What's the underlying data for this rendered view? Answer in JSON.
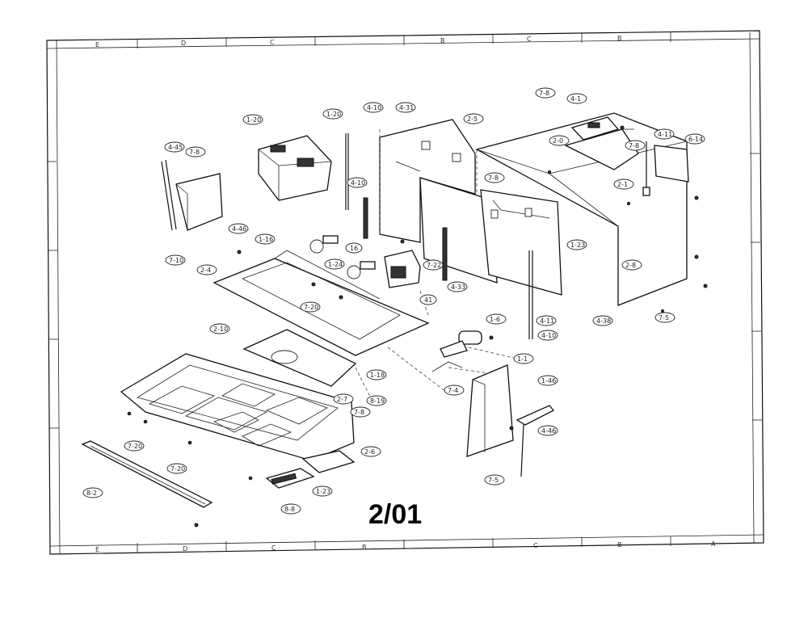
{
  "diagram": {
    "date_stamp": "2/01",
    "border_ticks_top": [
      "E",
      "D",
      "C",
      "B",
      "C",
      "B"
    ],
    "border_ticks_bottom": [
      "E",
      "D",
      "C",
      "B",
      "C",
      "B",
      "A"
    ],
    "part_callouts": [
      "1-20",
      "1-20",
      "4-10",
      "4-31",
      "2-5",
      "7-8",
      "4-1",
      "4-45",
      "7-8",
      "2-0",
      "7-8",
      "4-11",
      "6-14",
      "4-10",
      "7-8",
      "2-1",
      "4-46",
      "1-16",
      "16",
      "1-24",
      "7-22",
      "1-23",
      "7-10",
      "2-4",
      "7-20",
      "4-33",
      "41",
      "2-8",
      "2-10",
      "1-6",
      "4-11",
      "4-10",
      "7-5",
      "4-38",
      "1-1",
      "7-4",
      "1-46",
      "1-18",
      "8-19",
      "2-7",
      "7-8",
      "7-20",
      "7-20",
      "4-46",
      "2-6",
      "1-23",
      "8-8",
      "7-5",
      "8-2"
    ]
  }
}
